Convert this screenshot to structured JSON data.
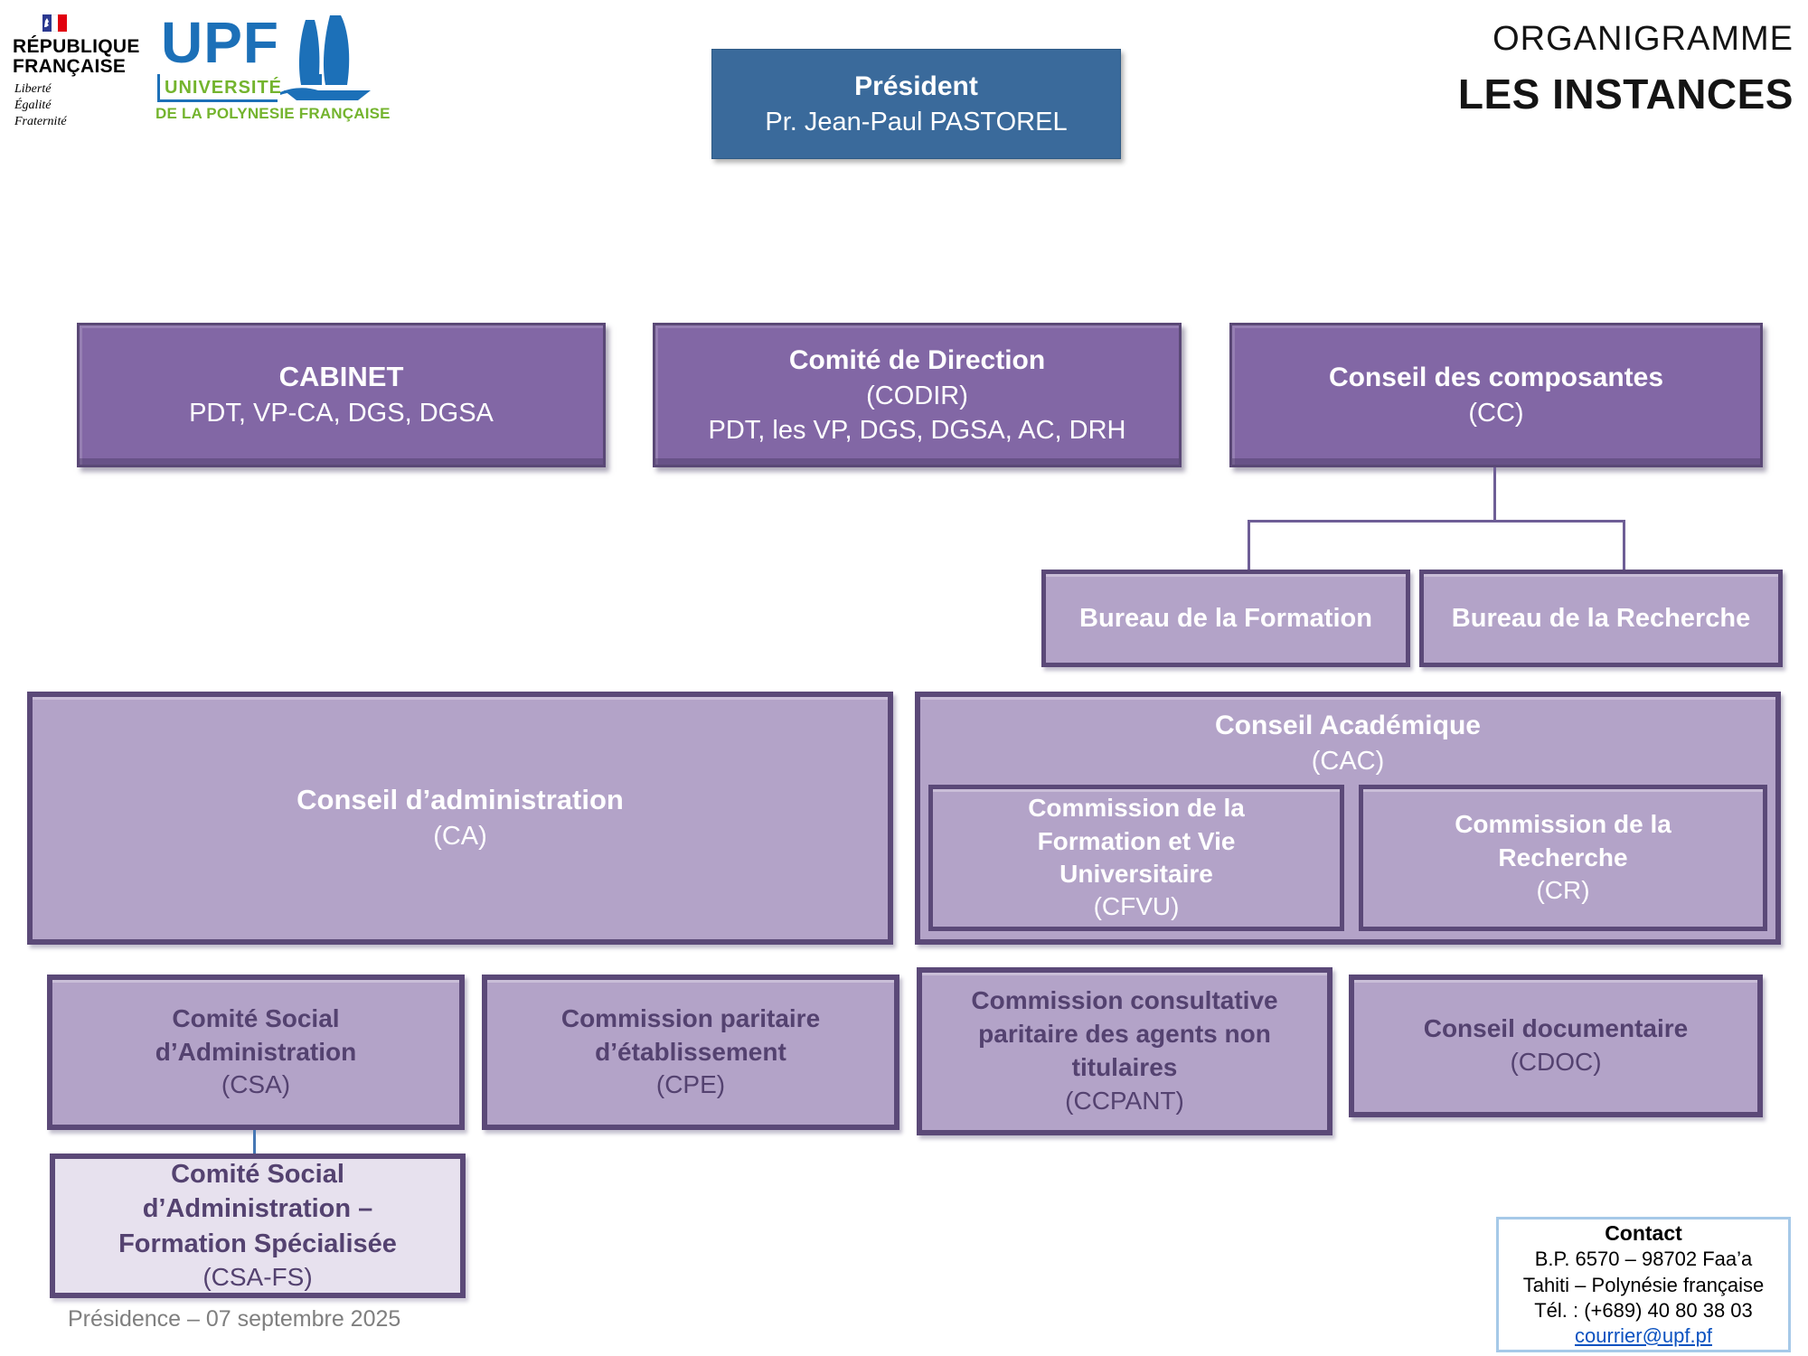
{
  "branding": {
    "marianne": {
      "line1": "RÉPUBLIQUE",
      "line2": "FRANÇAISE",
      "motto": [
        "Liberté",
        "Égalité",
        "Fraternité"
      ]
    },
    "upf": {
      "acronym": "UPF",
      "name_line1": "UNIVERSITÉ",
      "name_line2": "DE LA POLYNESIE FRANÇAISE"
    }
  },
  "page": {
    "title_line1": "ORGANIGRAMME",
    "title_line2": "LES INSTANCES"
  },
  "president": {
    "title": "Président",
    "name": "Pr. Jean-Paul PASTOREL"
  },
  "org": {
    "cabinet": {
      "title": "CABINET",
      "members": "PDT, VP-CA, DGS, DGSA"
    },
    "codir": {
      "title": "Comité de Direction",
      "acronym": "(CODIR)",
      "members": "PDT, les VP, DGS, DGSA, AC, DRH"
    },
    "cc": {
      "title": "Conseil des composantes",
      "acronym": "(CC)"
    },
    "bureau_formation": {
      "title": "Bureau de la Formation"
    },
    "bureau_recherche": {
      "title": "Bureau de la Recherche"
    },
    "ca": {
      "title": "Conseil d’administration",
      "acronym": "(CA)"
    },
    "cac": {
      "title": "Conseil Académique",
      "acronym": "(CAC)"
    },
    "cfvu": {
      "title": "Commission de la Formation et Vie Universitaire",
      "acronym": "(CFVU)"
    },
    "cr": {
      "title": "Commission de la Recherche",
      "acronym": "(CR)"
    },
    "csa": {
      "title": "Comité Social d’Administration",
      "acronym": "(CSA)"
    },
    "cpe": {
      "title": "Commission paritaire d’établissement",
      "acronym": "(CPE)"
    },
    "ccpant": {
      "title": "Commission consultative paritaire des agents non titulaires",
      "acronym": "(CCPANT)"
    },
    "cdoc": {
      "title": "Conseil documentaire",
      "acronym": "(CDOC)"
    },
    "csafs": {
      "title": "Comité Social d’Administration – Formation Spécialisée",
      "acronym": "(CSA-FS)"
    }
  },
  "footer": {
    "credit": "Présidence – 07 septembre 2025"
  },
  "contact": {
    "title": "Contact",
    "address_line1": "B.P. 6570 – 98702 Faa’a",
    "address_line2": "Tahiti – Polynésie française",
    "phone": "Tél. : (+689) 40 80 38 03",
    "email": "courrier@upf.pf"
  },
  "colors": {
    "primary_purple": "#8267A5",
    "light_purple": "#B3A3C8",
    "pale_purple": "#E7E1EE",
    "purple_border": "#5B4978",
    "president_blue": "#3A6A9B",
    "upf_blue": "#1C70B8",
    "upf_green": "#74B42E",
    "contact_border": "#A6C9E8",
    "link_blue": "#0B52C0"
  }
}
